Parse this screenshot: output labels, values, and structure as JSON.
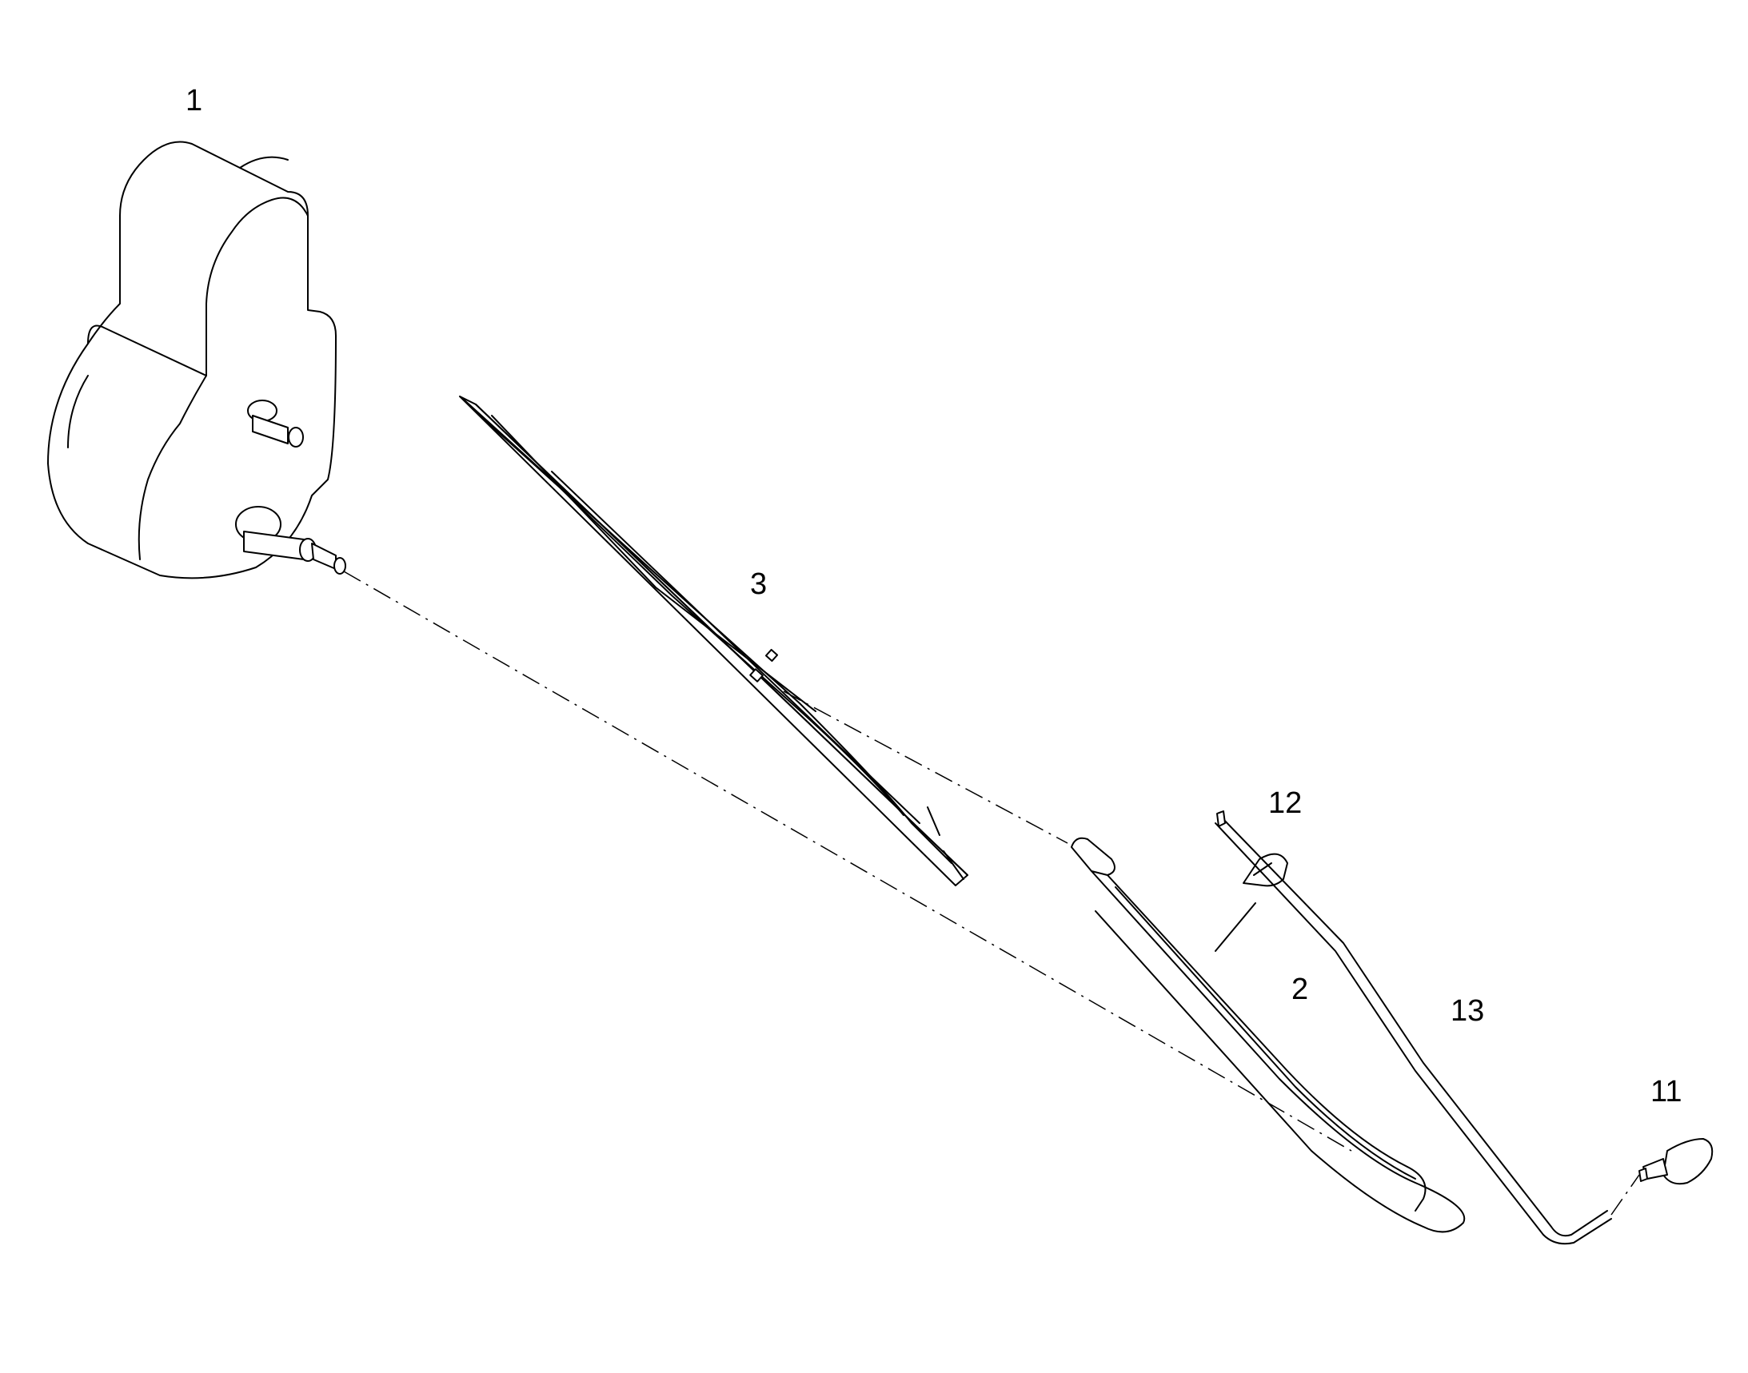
{
  "diagram": {
    "callouts": [
      {
        "id": "1",
        "text": "1"
      },
      {
        "id": "2",
        "text": "2"
      },
      {
        "id": "3",
        "text": "3"
      },
      {
        "id": "11",
        "text": "11"
      },
      {
        "id": "12",
        "text": "12"
      },
      {
        "id": "13",
        "text": "13"
      }
    ]
  },
  "colors": {
    "line": "#000000",
    "background": "#ffffff"
  }
}
